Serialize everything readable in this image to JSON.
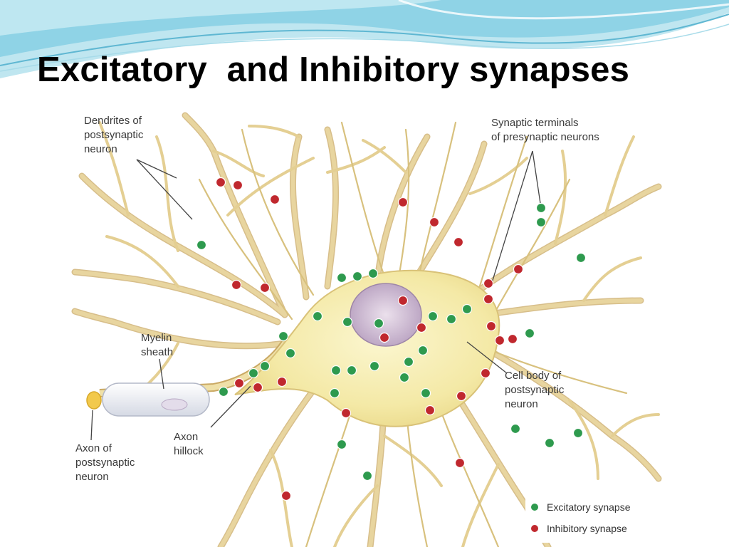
{
  "title": "Excitatory  and Inhibitory synapses",
  "labels": {
    "dendrites": [
      "Dendrites of",
      "postsynaptic",
      "neuron"
    ],
    "terminals": [
      "Synaptic terminals",
      "of presynaptic neurons"
    ],
    "myelin": [
      "Myelin",
      "sheath"
    ],
    "cell_body": [
      "Cell body of",
      "postsynaptic",
      "neuron"
    ],
    "axon_hillock": [
      "Axon",
      "hillock"
    ],
    "axon": [
      "Axon of",
      "postsynaptic",
      "neuron"
    ]
  },
  "legend": [
    {
      "label": "Excitatory synapse",
      "color": "#2e9a4e"
    },
    {
      "label": "Inhibitory synapse",
      "color": "#c0282e"
    }
  ],
  "colors": {
    "dendrite": "#e6d39b",
    "dendrite_edge": "#c9ae6a",
    "cell_body": "#f6ecaa",
    "nucleus": "#d9c8dc",
    "excitatory": "#2e9a4e",
    "inhibitory": "#c0282e",
    "myelin": "#eef0f5",
    "header_wave": "#7ecbe0"
  }
}
